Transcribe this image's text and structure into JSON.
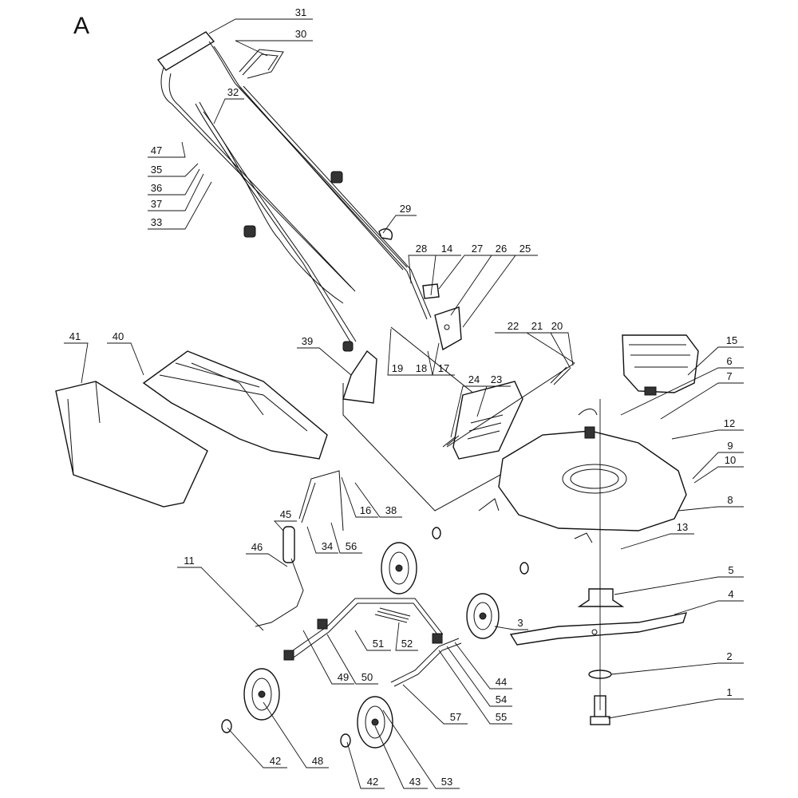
{
  "diagram": {
    "sheet_letter": "A",
    "callouts": [
      {
        "num": "31"
      },
      {
        "num": "30"
      },
      {
        "num": "32"
      },
      {
        "num": "47"
      },
      {
        "num": "35"
      },
      {
        "num": "36"
      },
      {
        "num": "37"
      },
      {
        "num": "33"
      },
      {
        "num": "29"
      },
      {
        "num": "28"
      },
      {
        "num": "14"
      },
      {
        "num": "27"
      },
      {
        "num": "26"
      },
      {
        "num": "25"
      },
      {
        "num": "39"
      },
      {
        "num": "19"
      },
      {
        "num": "18"
      },
      {
        "num": "17"
      },
      {
        "num": "22"
      },
      {
        "num": "21"
      },
      {
        "num": "20"
      },
      {
        "num": "15"
      },
      {
        "num": "6"
      },
      {
        "num": "7"
      },
      {
        "num": "24"
      },
      {
        "num": "23"
      },
      {
        "num": "12"
      },
      {
        "num": "41"
      },
      {
        "num": "40"
      },
      {
        "num": "9"
      },
      {
        "num": "10"
      },
      {
        "num": "16"
      },
      {
        "num": "38"
      },
      {
        "num": "8"
      },
      {
        "num": "45"
      },
      {
        "num": "34"
      },
      {
        "num": "56"
      },
      {
        "num": "13"
      },
      {
        "num": "46"
      },
      {
        "num": "11"
      },
      {
        "num": "5"
      },
      {
        "num": "4"
      },
      {
        "num": "3"
      },
      {
        "num": "51"
      },
      {
        "num": "52"
      },
      {
        "num": "49"
      },
      {
        "num": "50"
      },
      {
        "num": "2"
      },
      {
        "num": "44"
      },
      {
        "num": "54"
      },
      {
        "num": "55"
      },
      {
        "num": "57"
      },
      {
        "num": "1"
      },
      {
        "num": "42"
      },
      {
        "num": "48"
      },
      {
        "num": "42"
      },
      {
        "num": "43"
      },
      {
        "num": "53"
      }
    ]
  }
}
